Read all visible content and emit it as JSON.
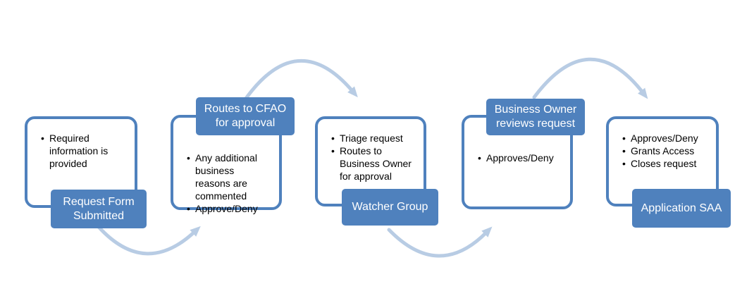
{
  "diagram": {
    "colors": {
      "accent": "#4F81BD",
      "arrow": "#B8CCE4",
      "label_text": "#FFFFFF",
      "bullet_text": "#000000",
      "background": "#FFFFFF"
    },
    "steps": [
      {
        "label": "Request Form Submitted",
        "label_position": "bottom",
        "bullets": [
          "Required information is provided"
        ]
      },
      {
        "label": "Routes to CFAO for approval",
        "label_position": "top",
        "bullets": [
          "Any additional business reasons are commented",
          "Approve/Deny"
        ]
      },
      {
        "label": "Watcher Group",
        "label_position": "bottom",
        "bullets": [
          "Triage request",
          "Routes to Business Owner for approval"
        ]
      },
      {
        "label": "Business Owner reviews request",
        "label_position": "top",
        "bullets": [
          "Approves/Deny"
        ]
      },
      {
        "label": "Application SAA",
        "label_position": "bottom",
        "bullets": [
          "Approves/Deny",
          "Grants Access",
          "Closes request"
        ]
      }
    ]
  }
}
